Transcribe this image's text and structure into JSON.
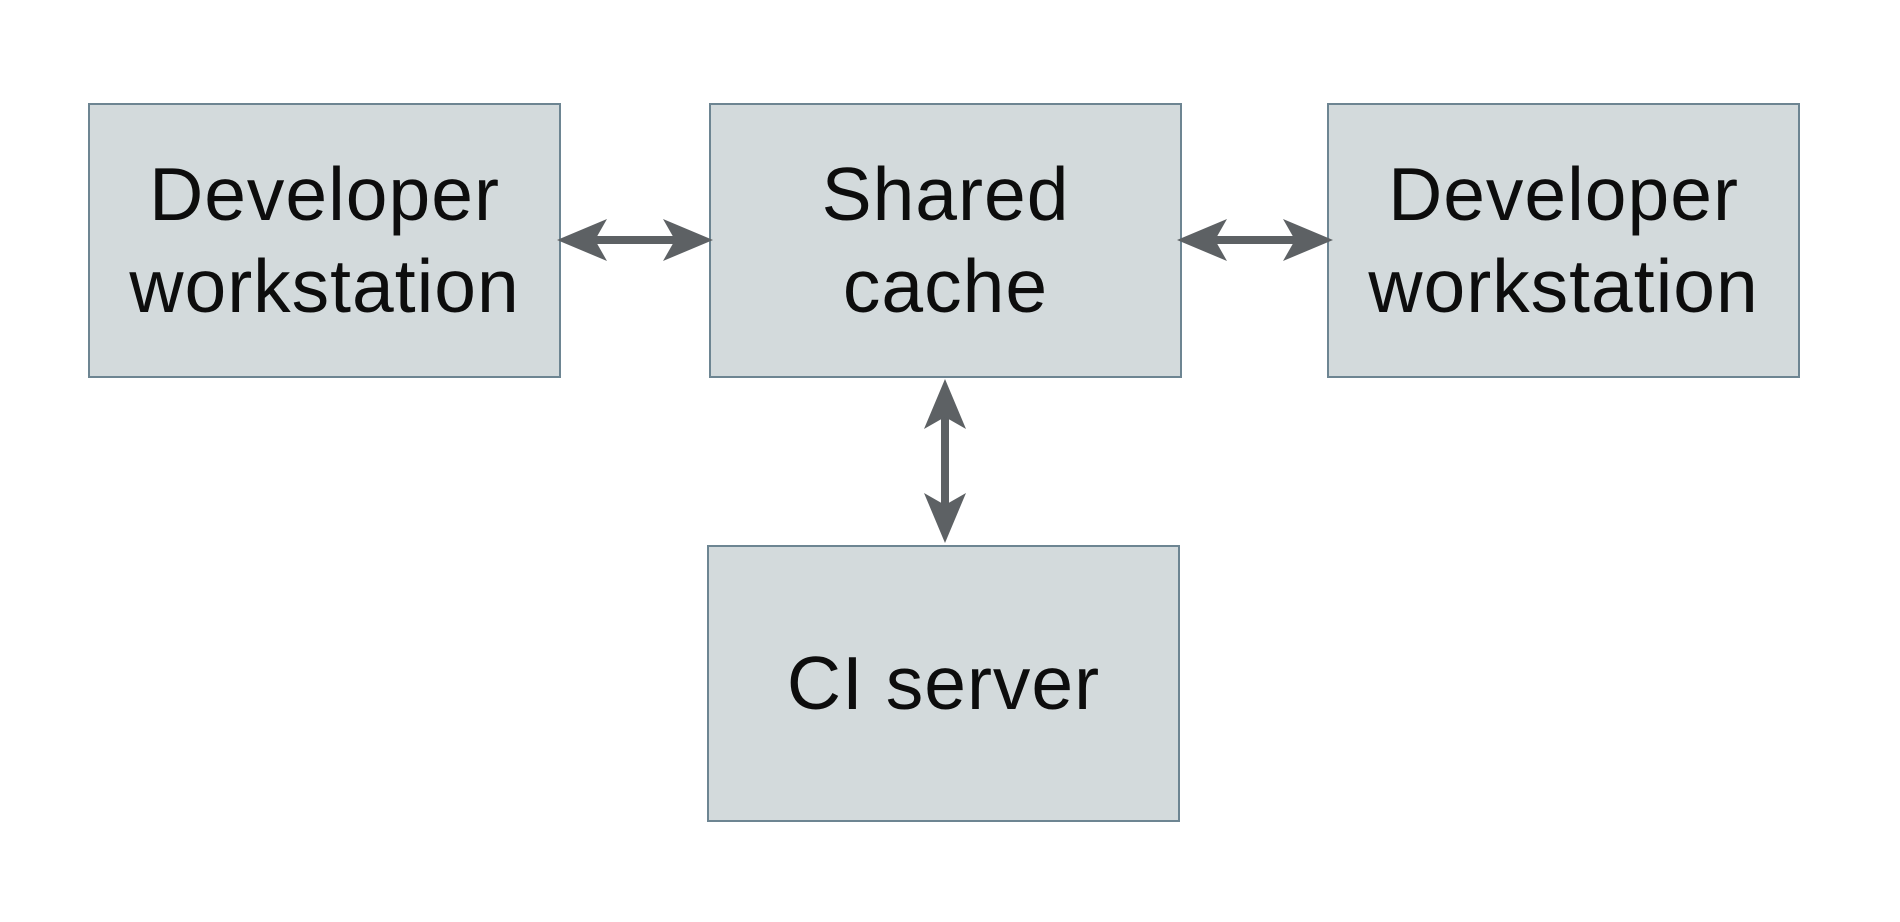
{
  "diagram": {
    "type": "architecture-diagram",
    "nodes": [
      {
        "id": "developer-workstation-left",
        "label": "Developer\nworkstation"
      },
      {
        "id": "shared-cache",
        "label": "Shared\ncache"
      },
      {
        "id": "developer-workstation-right",
        "label": "Developer\nworkstation"
      },
      {
        "id": "ci-server",
        "label": "CI server"
      }
    ],
    "edges": [
      {
        "from": "developer-workstation-left",
        "to": "shared-cache",
        "direction": "bidirectional"
      },
      {
        "from": "shared-cache",
        "to": "developer-workstation-right",
        "direction": "bidirectional"
      },
      {
        "from": "shared-cache",
        "to": "ci-server",
        "direction": "bidirectional"
      }
    ],
    "colors": {
      "background": "#ffffff",
      "node_fill": "#d3dadc",
      "node_border": "#6d8592",
      "arrow": "#5d6164",
      "text": "#0d0d0d"
    }
  }
}
